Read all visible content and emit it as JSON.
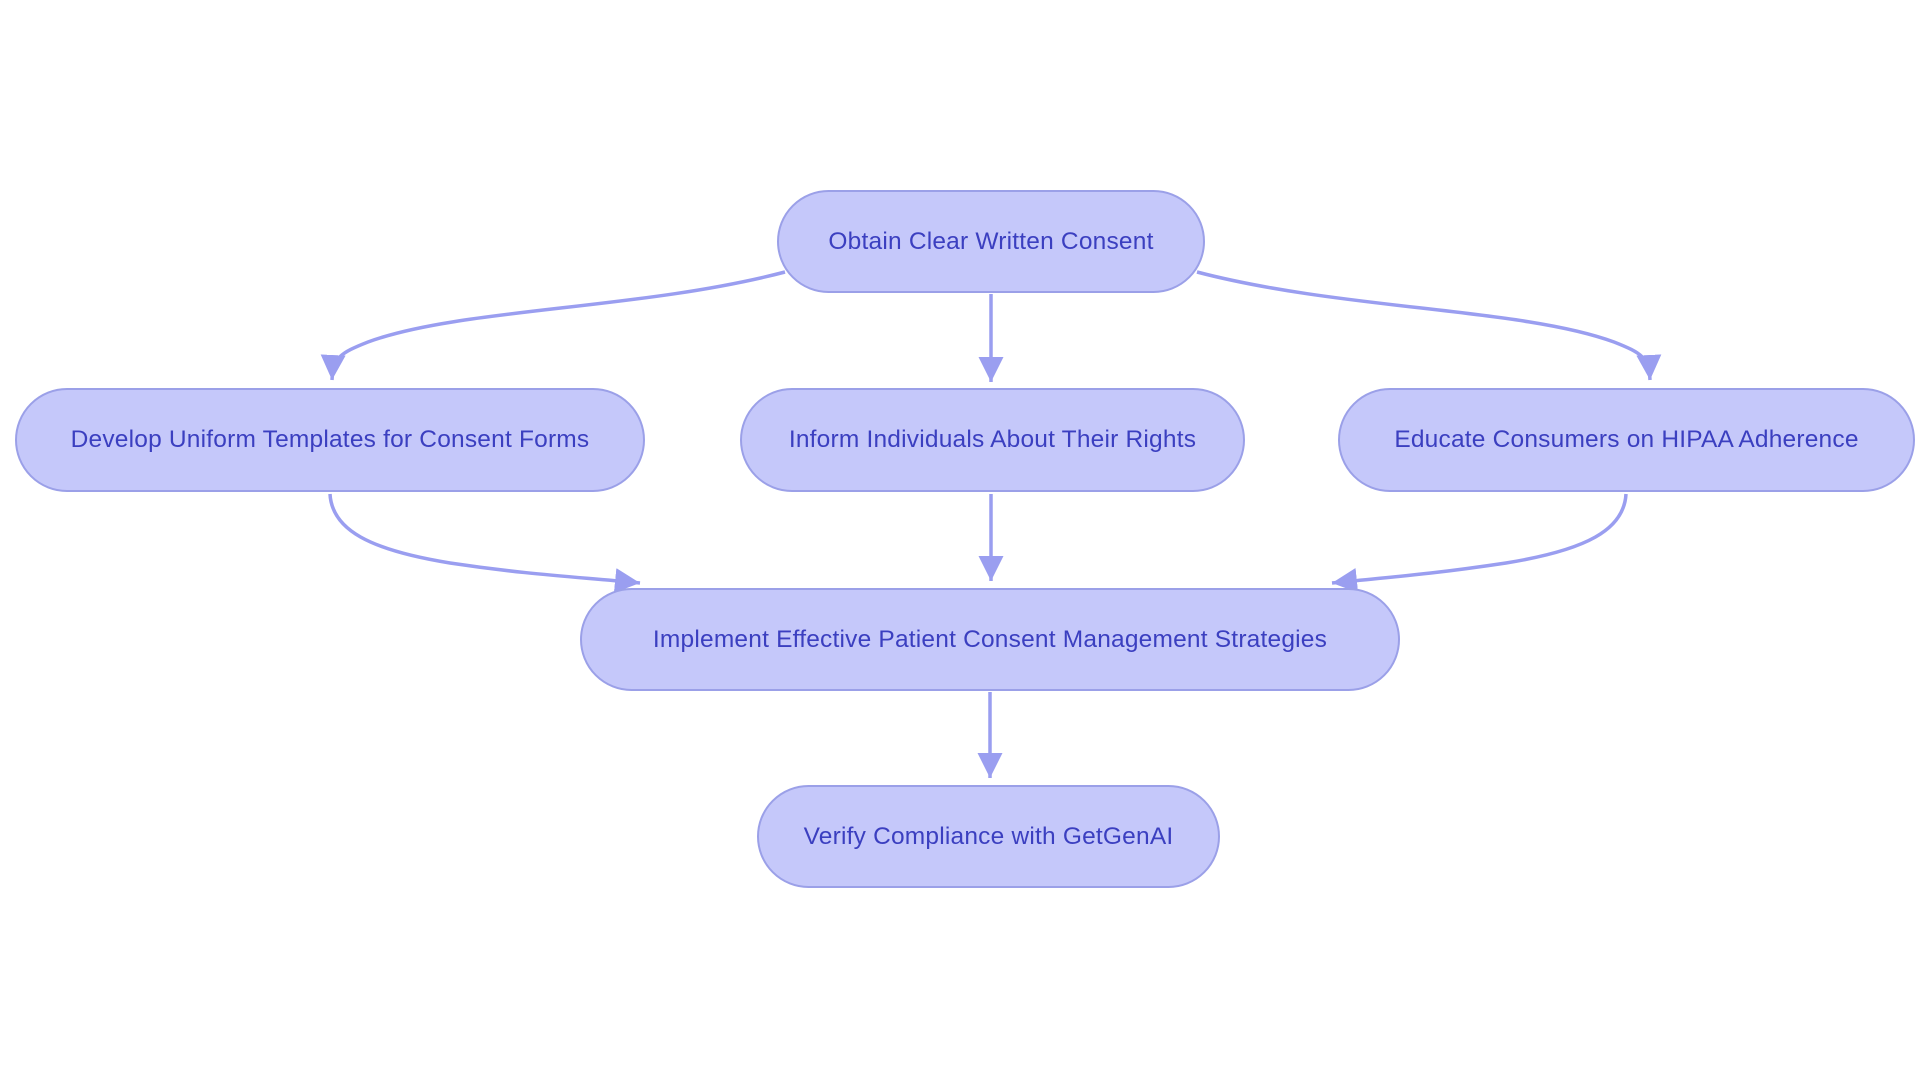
{
  "diagram": {
    "type": "flowchart",
    "background_color": "#ffffff",
    "node_fill_color": "#c5c8fa",
    "node_border_color": "#9ba0e8",
    "edge_color": "#9a9ef0",
    "text_color": "#3b3fc0",
    "nodes": [
      {
        "id": "obtain",
        "label": "Obtain Clear Written Consent"
      },
      {
        "id": "develop",
        "label": "Develop Uniform Templates for Consent Forms"
      },
      {
        "id": "inform",
        "label": "Inform Individuals About Their Rights"
      },
      {
        "id": "educate",
        "label": "Educate Consumers on HIPAA Adherence"
      },
      {
        "id": "implement",
        "label": "Implement Effective Patient Consent Management Strategies"
      },
      {
        "id": "verify",
        "label": "Verify Compliance with GetGenAI"
      }
    ],
    "edges": [
      {
        "from": "obtain",
        "to": "develop"
      },
      {
        "from": "obtain",
        "to": "inform"
      },
      {
        "from": "obtain",
        "to": "educate"
      },
      {
        "from": "develop",
        "to": "implement"
      },
      {
        "from": "inform",
        "to": "implement"
      },
      {
        "from": "educate",
        "to": "implement"
      },
      {
        "from": "implement",
        "to": "verify"
      }
    ]
  }
}
